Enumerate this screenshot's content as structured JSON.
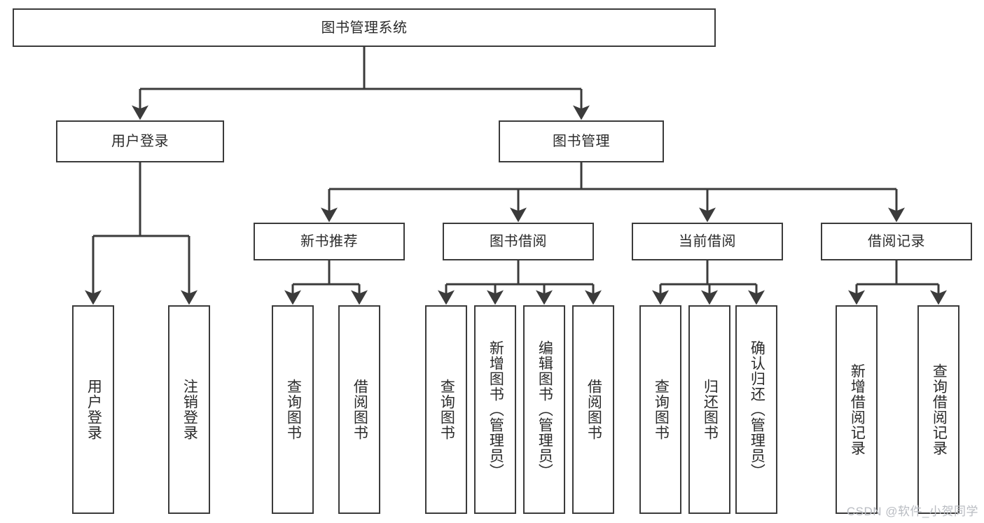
{
  "diagram": {
    "title": "图书管理系统",
    "type": "hierarchy-tree",
    "colors": {
      "box_border": "#3b3b3b",
      "box_fill": "#ffffff",
      "edge": "#3b3b3b",
      "text": "#2b2b2b",
      "watermark": "#b9bcc2"
    },
    "levels": {
      "root": {
        "label": "图书管理系统"
      },
      "level2": [
        {
          "label": "用户登录"
        },
        {
          "label": "图书管理"
        }
      ],
      "level3": [
        {
          "label": "新书推荐"
        },
        {
          "label": "图书借阅"
        },
        {
          "label": "当前借阅"
        },
        {
          "label": "借阅记录"
        }
      ],
      "leaves": [
        {
          "label": "用户登录",
          "parent": "用户登录"
        },
        {
          "label": "注销登录",
          "parent": "用户登录"
        },
        {
          "label": "查询图书",
          "parent": "新书推荐"
        },
        {
          "label": "借阅图书",
          "parent": "新书推荐"
        },
        {
          "label": "查询图书",
          "parent": "图书借阅"
        },
        {
          "label": "新增图书（管理员）",
          "parent": "图书借阅"
        },
        {
          "label": "编辑图书（管理员）",
          "parent": "图书借阅"
        },
        {
          "label": "借阅图书",
          "parent": "图书借阅"
        },
        {
          "label": "查询图书",
          "parent": "当前借阅"
        },
        {
          "label": "归还图书",
          "parent": "当前借阅"
        },
        {
          "label": "确认归还（管理员）",
          "parent": "当前借阅"
        },
        {
          "label": "新增借阅记录",
          "parent": "借阅记录"
        },
        {
          "label": "查询借阅记录",
          "parent": "借阅记录"
        }
      ]
    },
    "watermark": "CSDN @软件_小贺同学"
  }
}
